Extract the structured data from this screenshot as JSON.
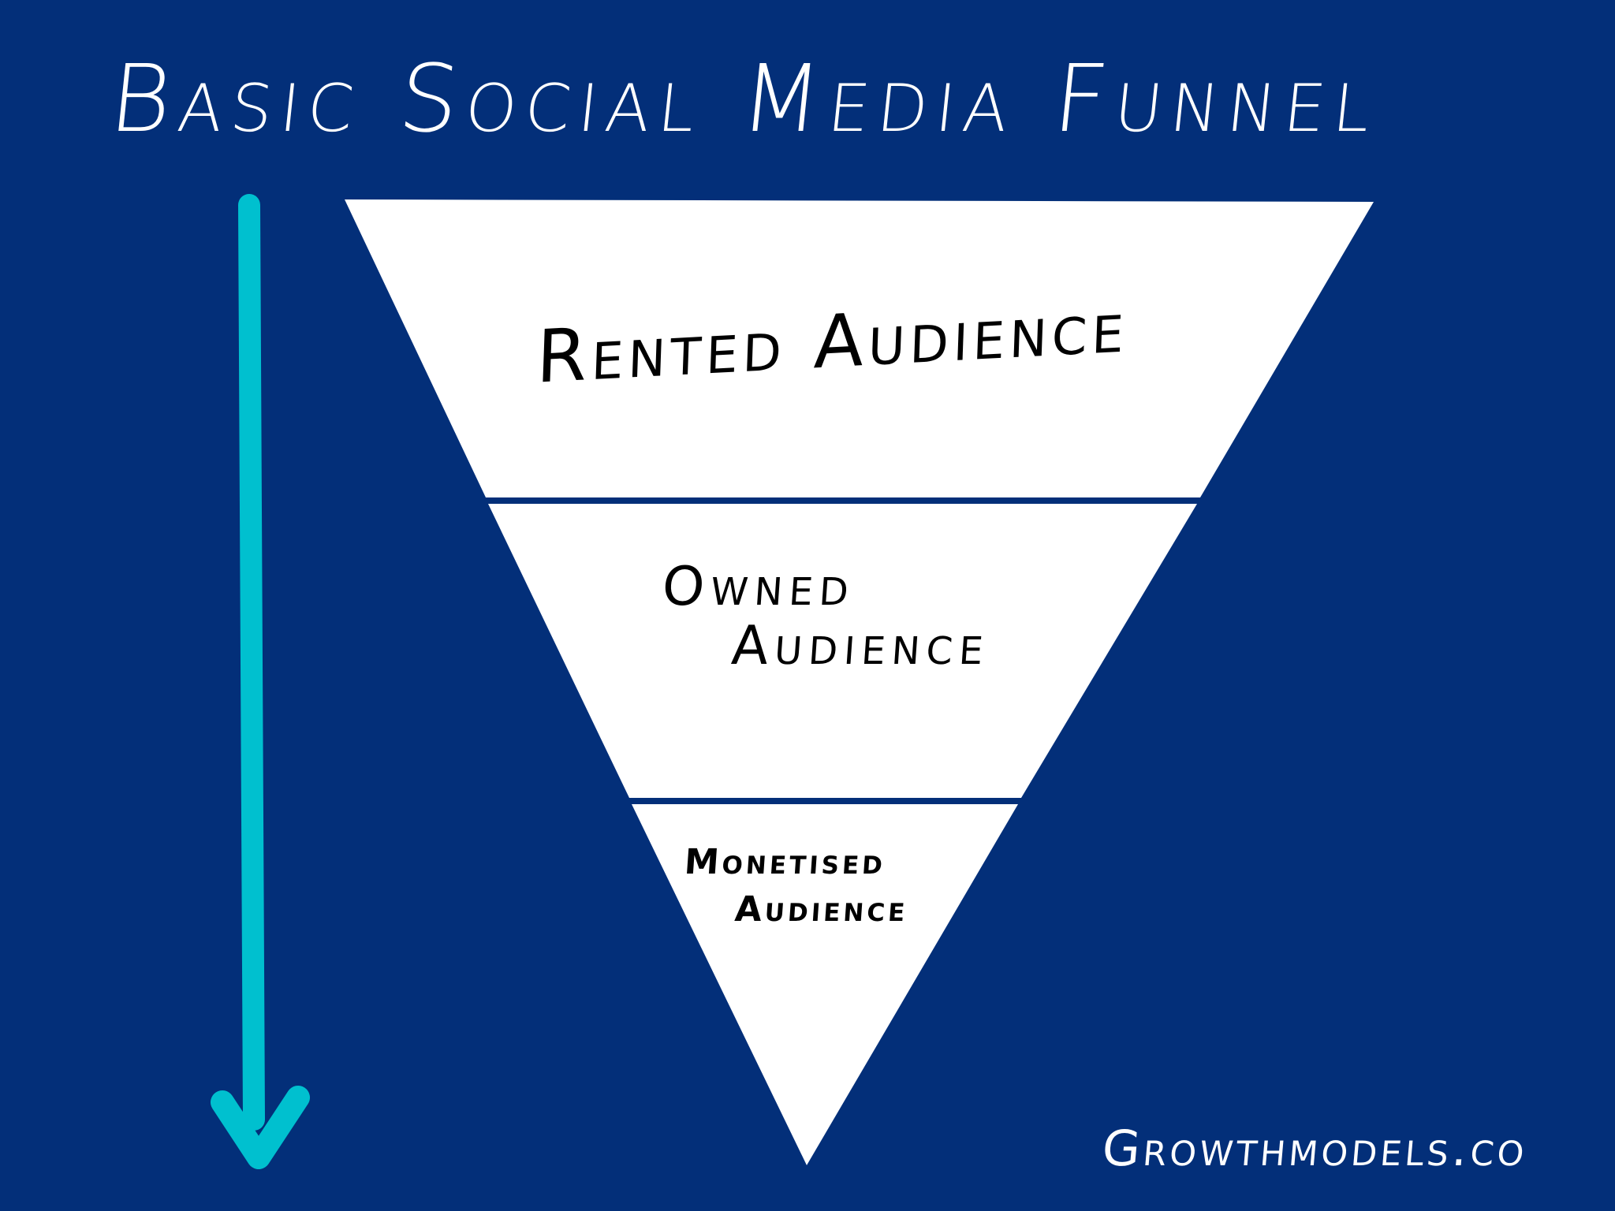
{
  "title": "Basic Social Media Funnel",
  "colors": {
    "background": "#032f79",
    "funnel_fill": "#ffffff",
    "arrow": "#00c0cf",
    "title_text": "#ffffff",
    "label_text": "#000000"
  },
  "funnel": {
    "stages": [
      {
        "label": "Rented Audience",
        "lines": [
          "Rented Audience"
        ]
      },
      {
        "label": "Owned Audience",
        "lines": [
          "Owned",
          "Audience"
        ]
      },
      {
        "label": "Monetised Audience",
        "lines": [
          "Monetised",
          "Audience"
        ]
      }
    ]
  },
  "arrow": {
    "direction": "down",
    "icon": "arrow-down-icon"
  },
  "footer": {
    "credit": "Growthmodels.co"
  }
}
